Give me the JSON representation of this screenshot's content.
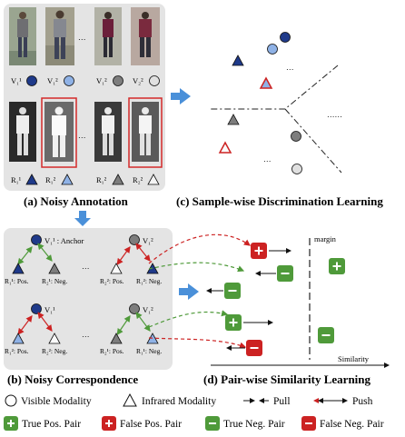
{
  "panel_a": {
    "caption": "(a) Noisy Annotation",
    "visible_labels": [
      "V₁¹",
      "V₁²",
      "V₁²",
      "V₂²"
    ],
    "infrared_labels": [
      "R₁¹",
      "R₁²",
      "R₁²",
      "R₂²"
    ],
    "ellipsis": "…"
  },
  "panel_b": {
    "caption": "(b) Noisy Correspondence",
    "anchor_label": "V₁¹ : Anchor",
    "v11": "V₁¹",
    "v12": "V₁²",
    "r11_pos": "R₁¹: Pos.",
    "r21_neg": "R₂¹: Neg.",
    "r22_pos": "R₂²: Pos.",
    "r12_neg": "R₁²: Neg.",
    "r12_pos": "R₁²: Pos.",
    "r22_neg": "R₂²: Neg.",
    "r21_pos": "R₂¹: Pos.",
    "r11_neg": "R₁¹: Neg.",
    "ellipsis": "…"
  },
  "panel_c": {
    "caption": "(c) Sample-wise Discrimination Learning",
    "ellipsis": "…",
    "dots": "……"
  },
  "panel_d": {
    "caption": "(d) Pair-wise Similarity Learning",
    "margin_label": "margin",
    "axis_label": "Similarity"
  },
  "legend": {
    "visible": "Visible Modality",
    "infrared": "Infrared Modality",
    "pull": "Pull",
    "push": "Push",
    "true_pos": "True Pos. Pair",
    "false_pos": "False Pos. Pair",
    "true_neg": "True Neg. Pair",
    "false_neg": "False Neg. Pair"
  },
  "colors": {
    "navy": "#1f3a8a",
    "light_blue": "#8fb2e6",
    "gray": "#7d7d7d",
    "light_gray": "#e0e0e0",
    "red": "#cc2222",
    "green": "#4f9a3a",
    "arrow_blue": "#4a90d9",
    "panel_bg": "#e4e4e4"
  }
}
